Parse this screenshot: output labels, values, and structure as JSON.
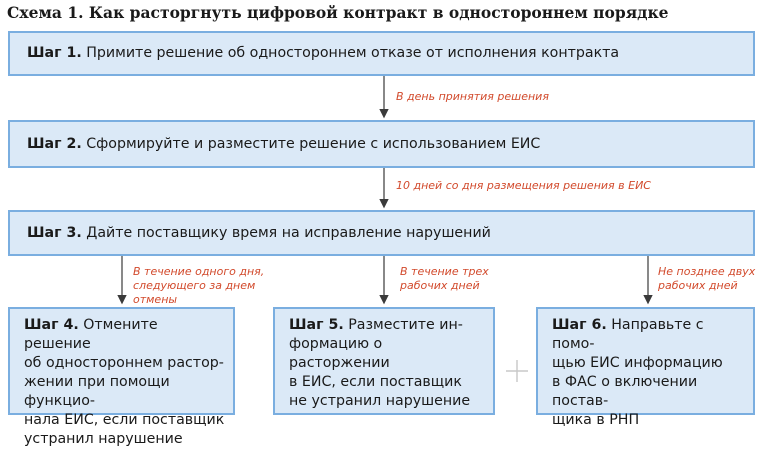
{
  "title": "Схема 1. Как расторгнуть цифровой контракт в одностороннем порядке",
  "colors": {
    "box_fill": "#dbe9f7",
    "box_border": "#7aaee0",
    "annotation": "#d24a2c",
    "arrow": "#3a3a3a",
    "plus": "#c8c8c8"
  },
  "steps": [
    {
      "label": "Шаг 1.",
      "text": "Примите решение об одностороннем отказе от исполнения контракта"
    },
    {
      "label": "Шаг 2.",
      "text": "Сформируйте и разместите решение с использованием ЕИС"
    },
    {
      "label": "Шаг 3.",
      "text": "Дайте поставщику время на исправление нарушений"
    },
    {
      "label": "Шаг 4.",
      "lines": [
        "Отмените решение",
        "об одностороннем растор-",
        "жении при помощи функцио-",
        "нала ЕИС, если поставщик",
        "устранил нарушение"
      ]
    },
    {
      "label": "Шаг 5.",
      "lines": [
        "Разместите ин-",
        "формацию о расторжении",
        "в ЕИС, если поставщик",
        "не устранил нарушение"
      ]
    },
    {
      "label": "Шаг 6.",
      "lines": [
        "Направьте с помо-",
        "щью ЕИС информацию",
        "в ФАС о включении постав-",
        "щика в РНП"
      ]
    }
  ],
  "arrow_labels": [
    {
      "lines": [
        "В день принятия решения"
      ]
    },
    {
      "lines": [
        "10 дней со дня размещения решения в ЕИС"
      ]
    },
    {
      "lines": [
        "В течение одного дня,",
        "следующего за днем",
        "отмены"
      ]
    },
    {
      "lines": [
        "В течение трех",
        "рабочих дней"
      ]
    },
    {
      "lines": [
        "Не позднее двух",
        "рабочих дней"
      ]
    }
  ]
}
